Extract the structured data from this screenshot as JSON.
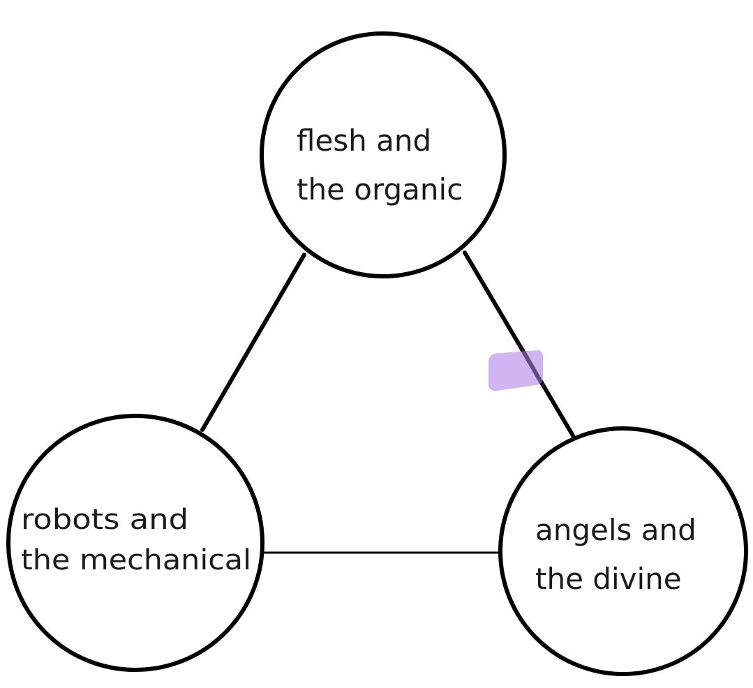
{
  "nodes": {
    "top": {
      "line1": "flesh and",
      "line2": "the organic"
    },
    "left": {
      "line1": "robots and",
      "line2": "the mechanical"
    },
    "right": {
      "line1": "angels and",
      "line2": "the divine"
    }
  },
  "colors": {
    "stroke": "#000000",
    "text": "#1a1a1a",
    "highlight": "#c9a8f0"
  }
}
